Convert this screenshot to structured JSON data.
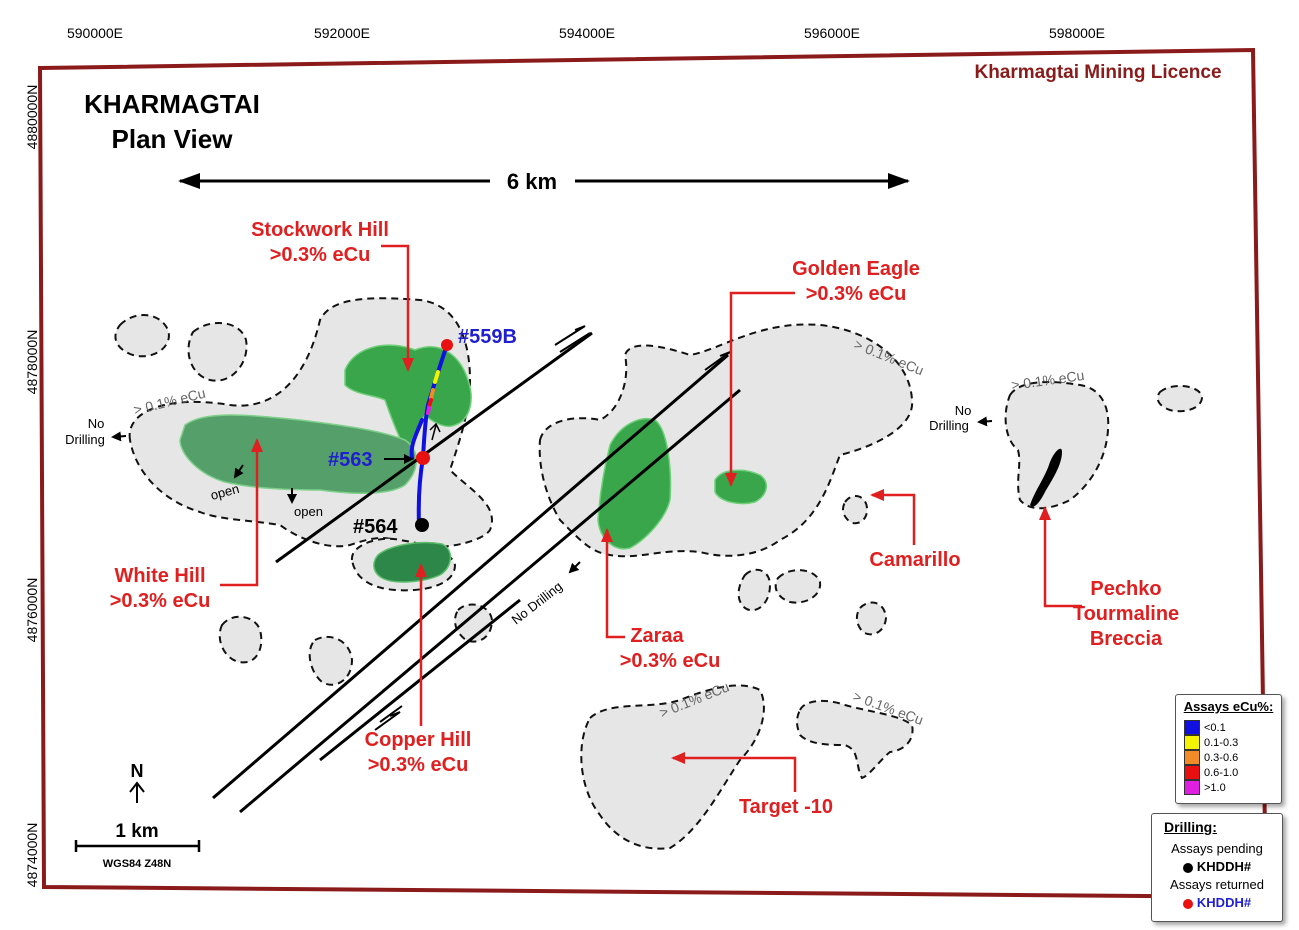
{
  "map": {
    "title_line1": "KHARMAGTAI",
    "title_line2": "Plan View",
    "licence_label": "Kharmagtai Mining Licence",
    "scale_6km": "6 km",
    "north_label": "N",
    "scale_bar_label": "1 km",
    "datum_label": "WGS84 Z48N",
    "colors": {
      "licence_border": "#8b1a1a",
      "annotation_red": "#e02020",
      "hole_label_blue": "#1f1fd0",
      "green_zone": "#3aa64c",
      "green_zone_dark": "#2c8748",
      "grey_zone": "#e6e6e6"
    }
  },
  "grid": {
    "x_labels": [
      "590000E",
      "592000E",
      "594000E",
      "596000E",
      "598000E"
    ],
    "y_labels": [
      "4880000N",
      "4878000N",
      "4876000N",
      "4874000N"
    ]
  },
  "targets": {
    "stockwork_hill": [
      "Stockwork Hill",
      ">0.3% eCu"
    ],
    "golden_eagle": [
      "Golden Eagle",
      ">0.3% eCu"
    ],
    "white_hill": [
      "White Hill",
      ">0.3% eCu"
    ],
    "copper_hill": [
      "Copper Hill",
      ">0.3% eCu"
    ],
    "zaraa": [
      "Zaraa",
      ">0.3% eCu"
    ],
    "camarillo": "Camarillo",
    "pechko": [
      "Pechko",
      "Tourmaline",
      "Breccia"
    ],
    "target10": "Target -10"
  },
  "contour_labels": {
    "c1": "> 0.1% eCu",
    "c2": "> 0.1% eCu",
    "c3": "> 0.1% eCu",
    "c4": "> 0.1% eCu",
    "c5": "> 0.1% eCu"
  },
  "drillholes": {
    "h559b": "#559B",
    "h563": "#563",
    "h564": "#564"
  },
  "notes": {
    "no_drilling_w": [
      "No",
      "Drilling"
    ],
    "no_drilling_e": [
      "No",
      "Drilling"
    ],
    "no_drilling_diag": "No Drilling",
    "open1": "open",
    "open2": "open"
  },
  "assay_legend": {
    "title": "Assays eCu%:",
    "items": [
      {
        "label": "<0.1",
        "color": "#1010e0"
      },
      {
        "label": "0.1-0.3",
        "color": "#f4f400"
      },
      {
        "label": "0.3-0.6",
        "color": "#f08c28"
      },
      {
        "label": "0.6-1.0",
        "color": "#e81010"
      },
      {
        "label": ">1.0",
        "color": "#e020e0"
      }
    ]
  },
  "drill_legend": {
    "title": "Drilling:",
    "pending_label": "Assays pending",
    "pending_id": "KHDDH#",
    "returned_label": "Assays returned",
    "returned_id": "KHDDH#"
  }
}
